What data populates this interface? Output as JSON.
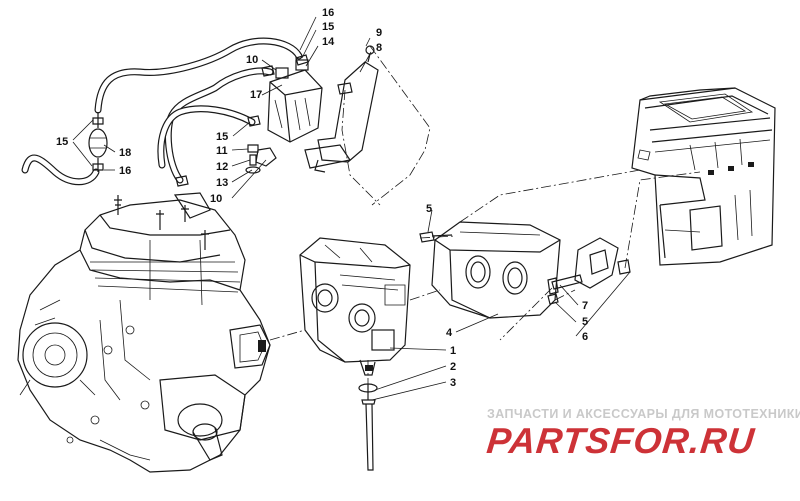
{
  "callouts": [
    {
      "id": "c16a",
      "text": "16"
    },
    {
      "id": "c15a",
      "text": "15"
    },
    {
      "id": "c14",
      "text": "14"
    },
    {
      "id": "c9",
      "text": "9"
    },
    {
      "id": "c8",
      "text": "8"
    },
    {
      "id": "c10a",
      "text": "10"
    },
    {
      "id": "c17",
      "text": "17"
    },
    {
      "id": "c15b",
      "text": "15"
    },
    {
      "id": "c15c",
      "text": "15"
    },
    {
      "id": "c18",
      "text": "18"
    },
    {
      "id": "c16b",
      "text": "16"
    },
    {
      "id": "c11",
      "text": "11"
    },
    {
      "id": "c12",
      "text": "12"
    },
    {
      "id": "c13",
      "text": "13"
    },
    {
      "id": "c10b",
      "text": "10"
    },
    {
      "id": "c5a",
      "text": "5"
    },
    {
      "id": "c7",
      "text": "7"
    },
    {
      "id": "c5b",
      "text": "5"
    },
    {
      "id": "c6",
      "text": "6"
    },
    {
      "id": "c4",
      "text": "4"
    },
    {
      "id": "c1",
      "text": "1"
    },
    {
      "id": "c2",
      "text": "2"
    },
    {
      "id": "c3",
      "text": "3"
    }
  ],
  "watermark": {
    "caption": "ЗАПЧАСТИ И АКСЕССУАРЫ ДЛЯ МОТОТЕХНИКИ",
    "logo": "PARTSFOR.RU",
    "logo_color": "#cd3237"
  }
}
